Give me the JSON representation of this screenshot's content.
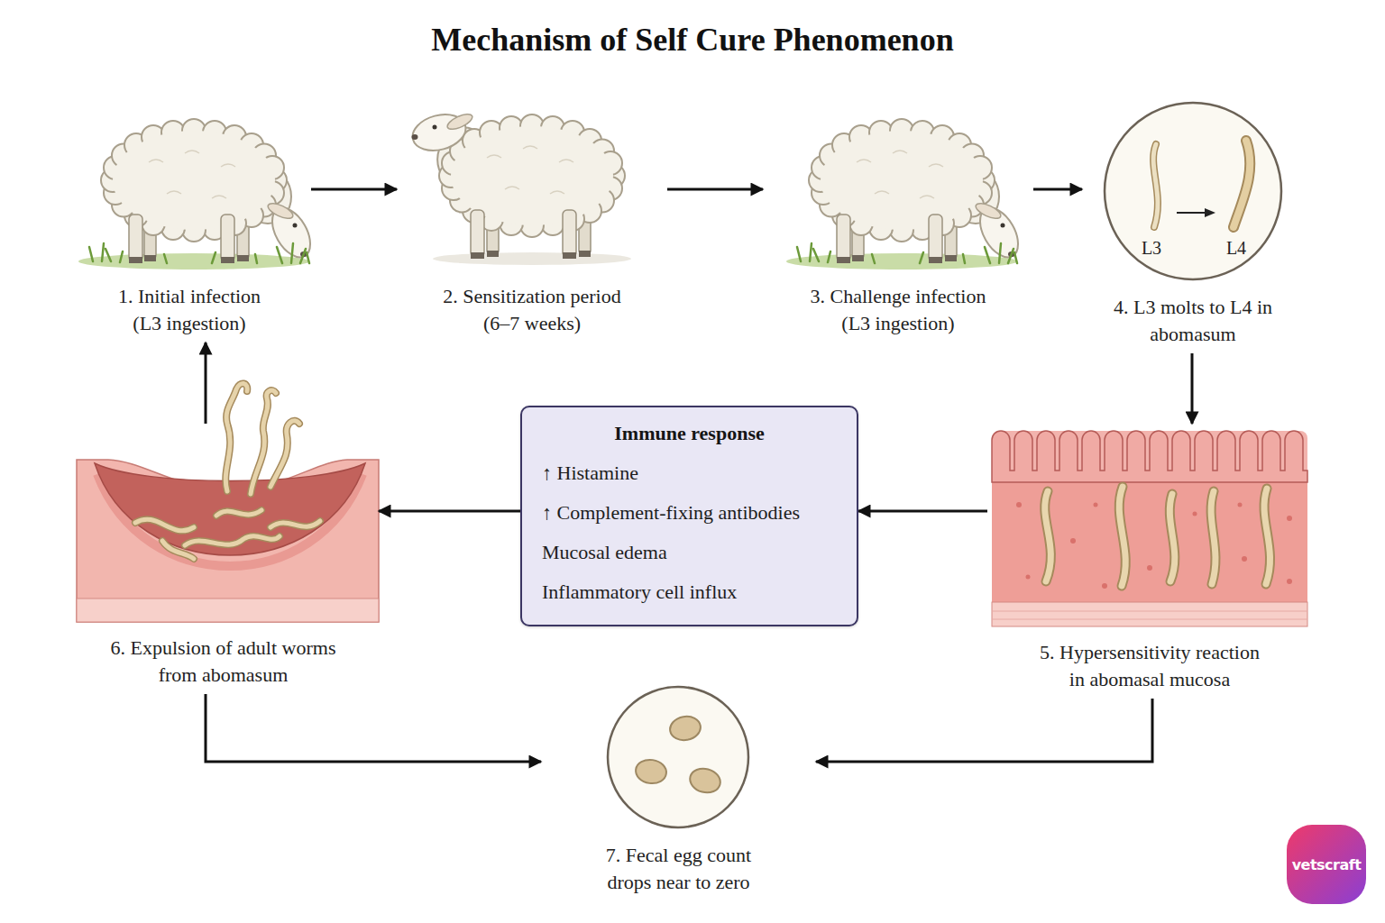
{
  "diagram": {
    "title": "Mechanism of Self Cure Phenomenon",
    "nodes": [
      {
        "text": [
          "1. Initial infection (L3 ingestion)"
        ]
      },
      {
        "text": [
          "2. Sensitization period (6–7 weeks)"
        ]
      },
      {
        "text": [
          "3. Challenge infection (L3 ingestion)"
        ]
      },
      {
        "text": [
          "L3",
          "L4",
          "4. L3 molts to L4 in abomasum"
        ]
      },
      {
        "text": [
          "5. Hypersensitivity reaction in abomasal mucosa"
        ]
      },
      {
        "text": [
          "Immune response",
          "↑ Histamine",
          "↑ Complement-fixing antibodies",
          "Mucosal edema",
          "Inflammatory cell influx"
        ]
      },
      {
        "text": [
          "6. Expulsion of adult worms from abomasum"
        ]
      },
      {
        "text": [
          "7. Fecal egg count drops near to zero"
        ]
      }
    ],
    "edges": [
      {
        "from": 0,
        "to": 1,
        "arrow": "to"
      },
      {
        "from": 1,
        "to": 2,
        "arrow": "to"
      },
      {
        "from": 2,
        "to": 3,
        "arrow": "to"
      },
      {
        "from": 3,
        "to": 4,
        "arrow": "to"
      },
      {
        "from": 4,
        "to": 5,
        "arrow": "to"
      },
      {
        "from": 5,
        "to": 6,
        "arrow": "to"
      },
      {
        "from": 6,
        "to": 0,
        "arrow": "to"
      },
      {
        "from": 6,
        "to": 7,
        "arrow": "to"
      },
      {
        "from": 4,
        "to": 7,
        "arrow": "to"
      }
    ],
    "labels": [
      "vetscraft"
    ]
  }
}
